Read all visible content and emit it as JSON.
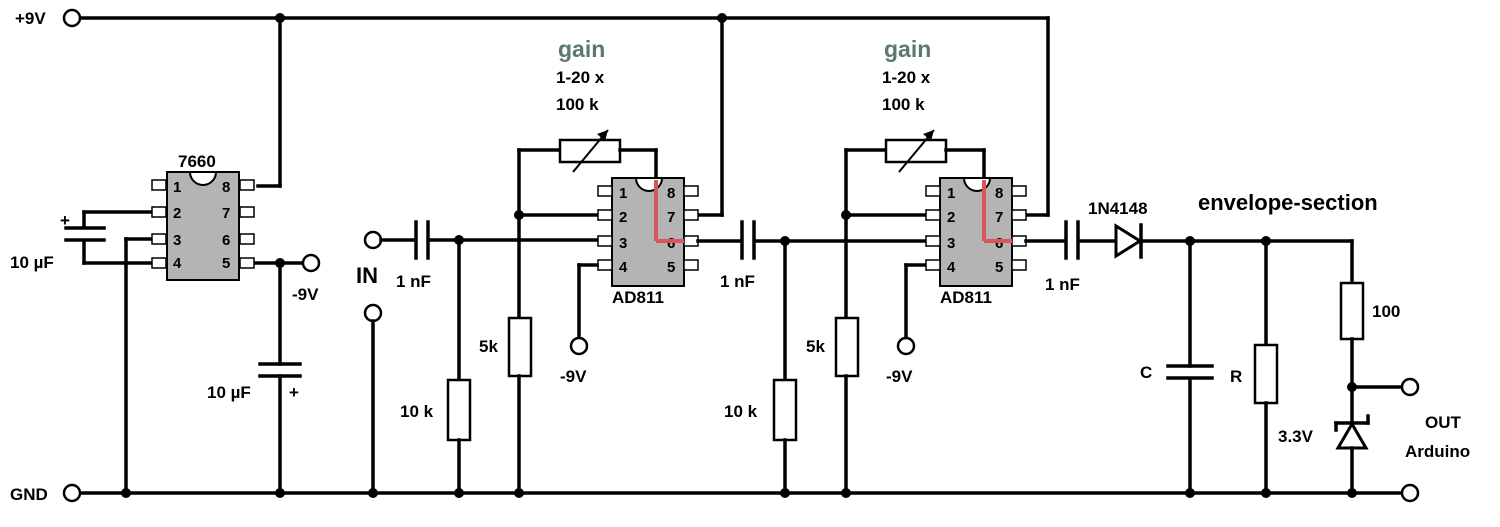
{
  "colors": {
    "wire": "#000000",
    "gain_text": "#5b7a6a",
    "highlight": "#d9555a",
    "chip_body": "#b4b4b4"
  },
  "terminals": {
    "supply_pos": "+9V",
    "ground": "GND",
    "input": "IN",
    "neg_supply": "-9V"
  },
  "converter": {
    "chip_name": "7660",
    "pins_left": [
      "1",
      "2",
      "3",
      "4"
    ],
    "pins_right": [
      "8",
      "7",
      "6",
      "5"
    ],
    "cap_top": "10 µF",
    "cap_bottom": "10 µF",
    "plus": "+"
  },
  "stage1": {
    "gain_title": "gain",
    "gain_range": "1-20 x",
    "pot_value": "100 k",
    "chip_name": "AD811",
    "pins_left": [
      "1",
      "2",
      "3",
      "4"
    ],
    "pins_right": [
      "8",
      "7",
      "6",
      "5"
    ],
    "input_cap": "1 nF",
    "bias_res": "10 k",
    "fb_res": "5k",
    "neg_supply": "-9V"
  },
  "stage2": {
    "gain_title": "gain",
    "gain_range": "1-20 x",
    "pot_value": "100 k",
    "chip_name": "AD811",
    "pins_left": [
      "1",
      "2",
      "3",
      "4"
    ],
    "pins_right": [
      "8",
      "7",
      "6",
      "5"
    ],
    "input_cap": "1 nF",
    "bias_res": "10 k",
    "fb_res": "5k",
    "neg_supply": "-9V"
  },
  "envelope": {
    "title": "envelope-section",
    "coupling_cap": "1 nF",
    "diode": "1N4148",
    "cap": "C",
    "res": "R",
    "series_res": "100",
    "zener": "3.3V",
    "out_label": "OUT",
    "out_dest": "Arduino"
  }
}
